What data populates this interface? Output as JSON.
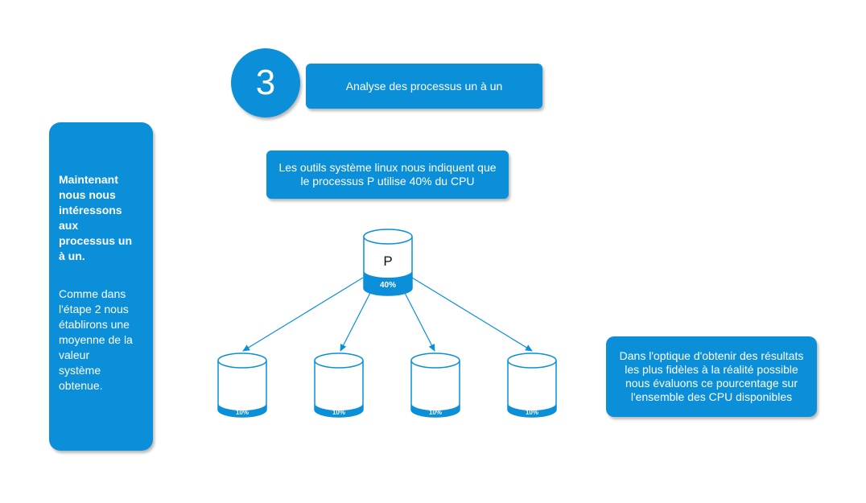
{
  "step": {
    "number": "3",
    "title": "Analyse des processus un à un"
  },
  "info": {
    "text": "Les outils système linux nous indiquent que le processus P utilise 40% du CPU"
  },
  "side_panel": {
    "bold": "Maintenant\nnous nous\nintéressons\naux\nprocessus un\nà un.",
    "normal": "Comme dans\nl'étape 2 nous\nétablirons une\nmoyenne de la\nvaleur\nsystème\nobtenue."
  },
  "note": {
    "text": "Dans l'optique d'obtenir des résultats les plus fidèles à la réalité possible nous évaluons ce pourcentage sur l'ensemble des CPU disponibles"
  },
  "process": {
    "label": "P",
    "usage": "40%"
  },
  "cpus": [
    {
      "usage": "10%"
    },
    {
      "usage": "10%"
    },
    {
      "usage": "10%"
    },
    {
      "usage": "10%"
    }
  ],
  "colors": {
    "primary": "#0a8fd8",
    "text_on_primary": "#ffffff",
    "outline": "#0a8fd8"
  }
}
